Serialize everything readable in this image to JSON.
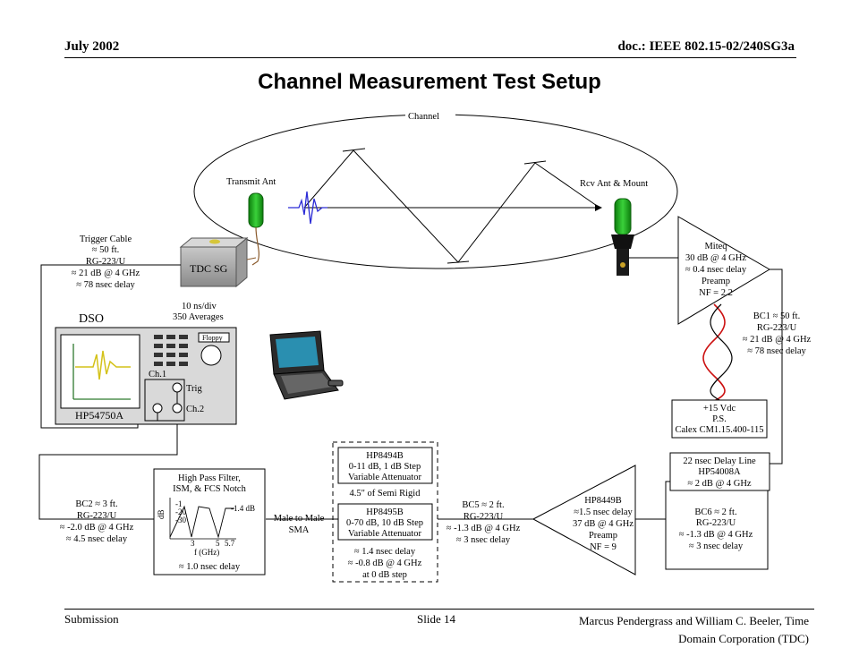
{
  "header": {
    "date": "July 2002",
    "doc": "doc.: IEEE 802.15-02/240SG3a"
  },
  "title": "Channel Measurement Test Setup",
  "footer": {
    "left": "Submission",
    "middle": "Slide 14",
    "right_line1": "Marcus Pendergrass and William  C. Beeler, Time",
    "right_line2": "Domain Corporation (TDC)"
  },
  "diagram": {
    "channel_label": "Channel",
    "transmit_ant": "Transmit Ant",
    "rcv_ant": "Rcv Ant & Mount",
    "tdc_sg": "TDC SG",
    "trigger_cable": [
      "Trigger Cable",
      "≈ 50 ft.",
      "RG-223/U",
      "≈ 21 dB @ 4 GHz",
      "≈ 78 nsec delay"
    ],
    "preamp1": [
      "Miteq",
      "30 dB @ 4 GHz",
      "≈ 0.4 nsec delay",
      "Preamp",
      "NF = 2.2"
    ],
    "bc1": [
      "BC1 ≈ 50 ft.",
      "RG-223/U",
      "≈ 21 dB @ 4 GHz",
      "≈ 78 nsec delay"
    ],
    "dso_settings": [
      "10 ns/div",
      "350 Averages"
    ],
    "dso_label": "DSO",
    "floppy": "Floppy",
    "scope_model": "HP54750A",
    "ch1": "Ch.1",
    "trig": "Trig",
    "ch2": "Ch.2",
    "power_supply": [
      "+15 Vdc",
      "P.S.",
      "Calex CM1.15.400-115"
    ],
    "delay_line": [
      "22 nsec Delay Line",
      "HP54008A",
      "≈ 2 dB @ 4 GHz"
    ],
    "bc6": [
      "BC6 ≈ 2 ft.",
      "RG-223/U",
      "≈ -1.3 dB @ 4 GHz",
      "≈ 3 nsec delay"
    ],
    "preamp2": [
      "HP8449B",
      "≈1.5 nsec delay",
      "37 dB @ 4 GHz",
      "Preamp",
      "NF = 9"
    ],
    "bc5": [
      "BC5 ≈ 2 ft.",
      "RG-223/U",
      "≈ -1.3 dB @ 4 GHz",
      "≈ 3 nsec delay"
    ],
    "att1": [
      "HP8494B",
      "0-11 dB, 1 dB Step",
      "Variable Attenuator"
    ],
    "semi_rigid": "4.5\" of Semi Rigid",
    "att2": [
      "HP8495B",
      "0-70 dB, 10 dB Step",
      "Variable Attenuator"
    ],
    "att_specs": [
      "≈ 1.4 nsec delay",
      "≈ -0.8 dB @ 4 GHz",
      "at 0 dB step"
    ],
    "male_sma": [
      "Male to Male",
      "SMA"
    ],
    "filter": [
      "High Pass Filter,",
      "ISM, & FCS Notch"
    ],
    "filter_delay": "≈ 1.0 nsec delay",
    "filter_plot": {
      "ylabel": "dB",
      "xlabel": "f (GHz)",
      "ticks_x": [
        "3",
        "5",
        "5.7"
      ],
      "ticks_y": [
        "-1",
        "-20",
        "-30"
      ],
      "annotation": "-1.4 dB"
    },
    "bc2": [
      "BC2 ≈ 3 ft.",
      "RG-223/U",
      "≈ -2.0 dB @ 4 GHz",
      "≈ 4.5 nsec delay"
    ]
  },
  "colors": {
    "antenna_green": "#1ea31e",
    "pulse_blue": "#2b2bd6",
    "cable_red": "#cc1010",
    "scope_trace": "#d4c21a",
    "scope_grid": "#2f7a2f"
  }
}
